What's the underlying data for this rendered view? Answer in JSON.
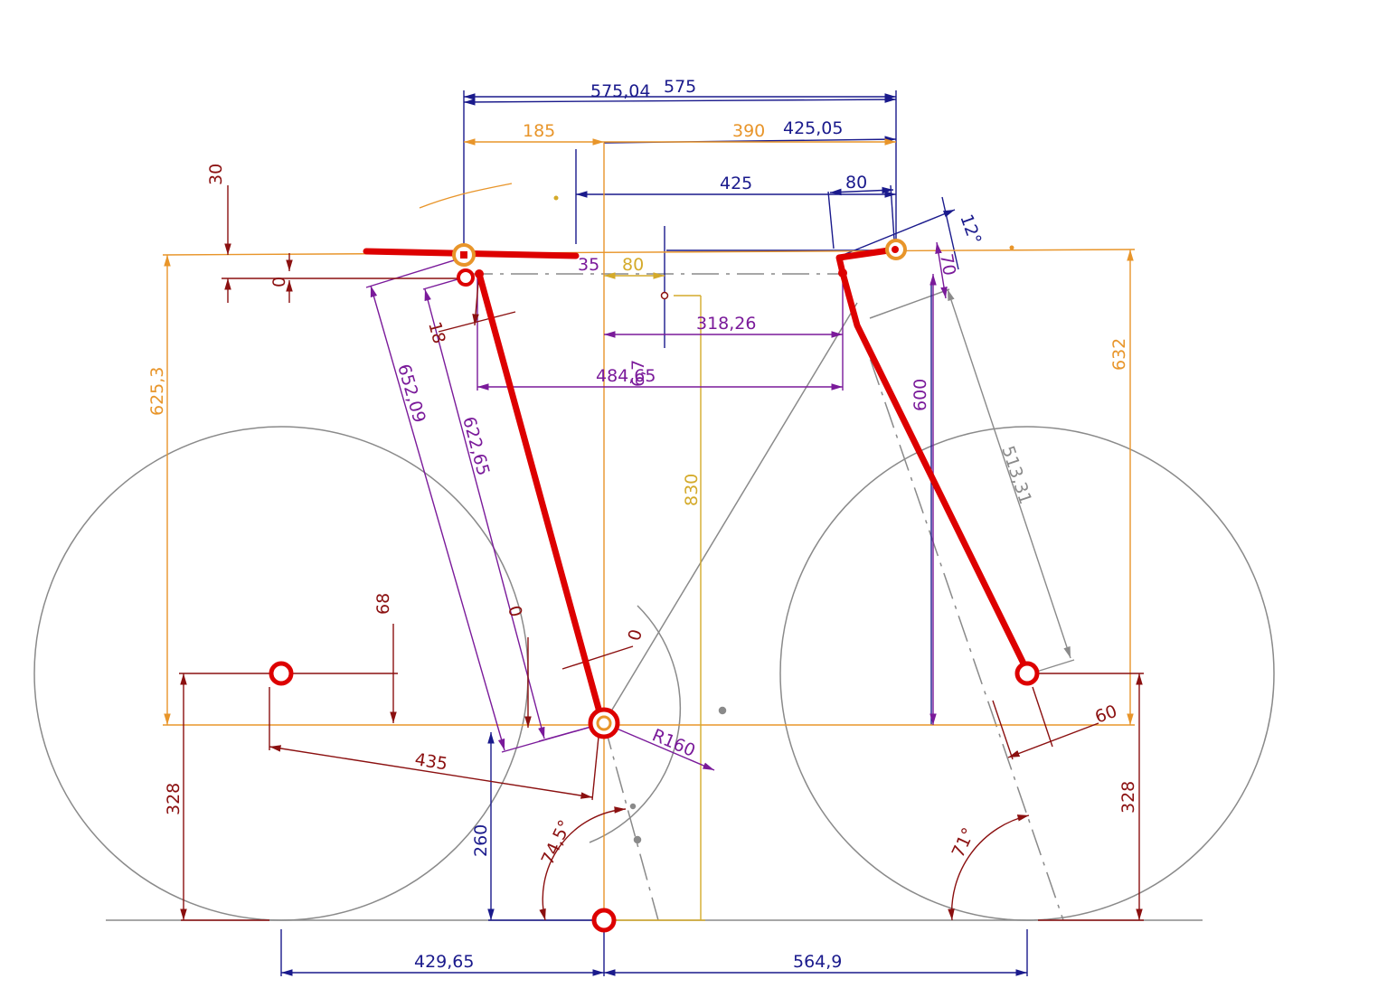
{
  "colors": {
    "navy": "#1a1a8c",
    "orange": "#e8952a",
    "gold": "#d4aa2a",
    "purple": "#7a1a9a",
    "maroon": "#8b1010",
    "gray": "#8a8a8a",
    "red": "#dd0000"
  },
  "dimensions": {
    "top_575_04": "575,04",
    "top_575": "575",
    "d185": "185",
    "d390": "390",
    "d425_05": "425,05",
    "d425": "425",
    "d80_top": "80",
    "d12deg": "12°",
    "d30": "30",
    "d0_left": "0",
    "d35": "35",
    "d80_mid": "80",
    "d70": "70",
    "d18": "18",
    "d318_26": "318,26",
    "d484_65": "484,65",
    "d6_7": "6,7",
    "d625_3": "625,3",
    "d632": "632",
    "d652_09": "652,09",
    "d622_65": "622,65",
    "d600": "600",
    "d513_31": "513,31",
    "d830": "830",
    "d68": "68",
    "d0_mid": "0",
    "d0_bb": "0",
    "d435": "435",
    "dR160": "R160",
    "d60": "60",
    "d328_left": "328",
    "d328_right": "328",
    "d260": "260",
    "d74_5": "74,5°",
    "d71": "71°",
    "d429_65": "429,65",
    "d564_9": "564,9"
  }
}
